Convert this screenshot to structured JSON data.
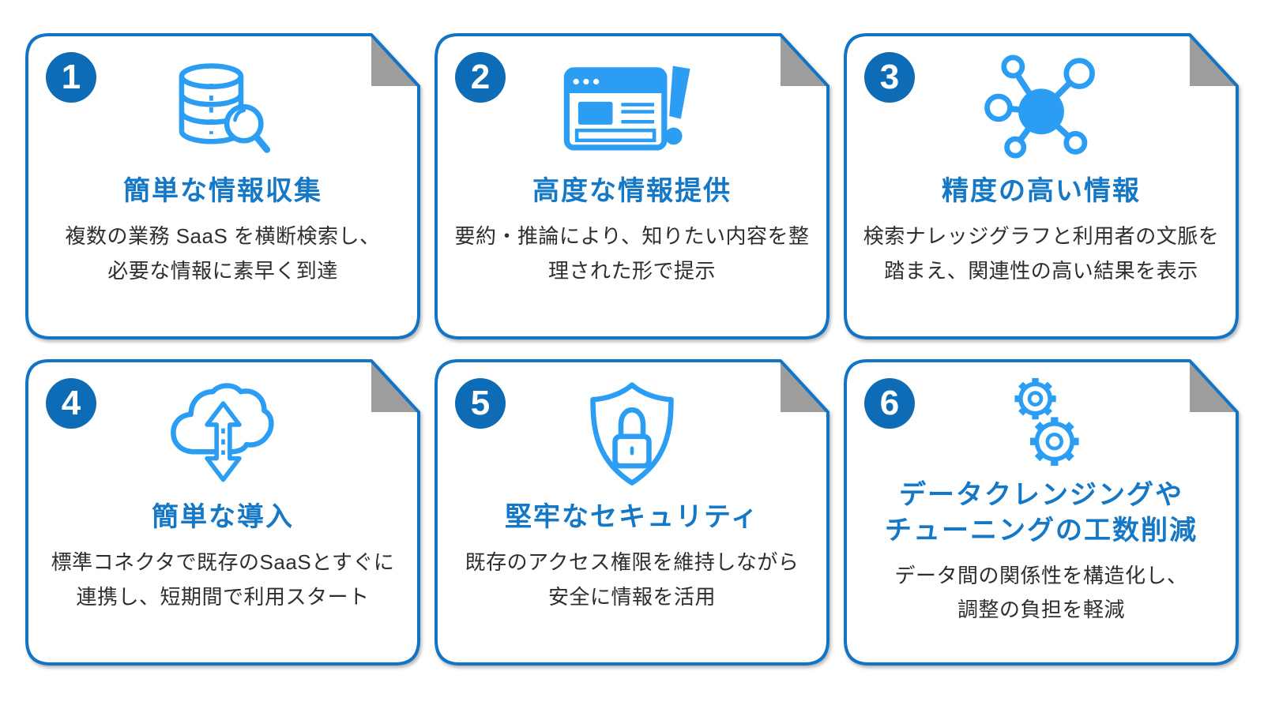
{
  "colors": {
    "accent_blue": "#1274c5",
    "badge_blue": "#0e6bb5",
    "title_blue": "#1478c6",
    "icon_blue": "#2b9ef3",
    "fold_gray": "#9d9d9d",
    "text_dark": "#2e2e2e",
    "background": "#ffffff"
  },
  "cards": [
    {
      "number": "1",
      "title": "簡単な情報収集",
      "description": "複数の業務 SaaS を横断検索し、\n必要な情報に素早く到達",
      "icon": "database-search-icon"
    },
    {
      "number": "2",
      "title": "高度な情報提供",
      "description": "要約・推論により、知りたい内容を整\n理された形で提示",
      "icon": "browser-alert-icon"
    },
    {
      "number": "3",
      "title": "精度の高い情報",
      "description": "検索ナレッジグラフと利用者の文脈を\n踏まえ、関連性の高い結果を表示",
      "icon": "knowledge-graph-icon"
    },
    {
      "number": "4",
      "title": "簡単な導入",
      "description": "標準コネクタで既存のSaaSとすぐに\n連携し、短期間で利用スタート",
      "icon": "cloud-sync-icon"
    },
    {
      "number": "5",
      "title": "堅牢なセキュリティ",
      "description": "既存のアクセス権限を維持しながら\n安全に情報を活用",
      "icon": "shield-lock-icon"
    },
    {
      "number": "6",
      "title": "データクレンジングや\nチューニングの工数削減",
      "description": "データ間の関係性を構造化し、\n調整の負担を軽減",
      "icon": "gears-icon"
    }
  ]
}
